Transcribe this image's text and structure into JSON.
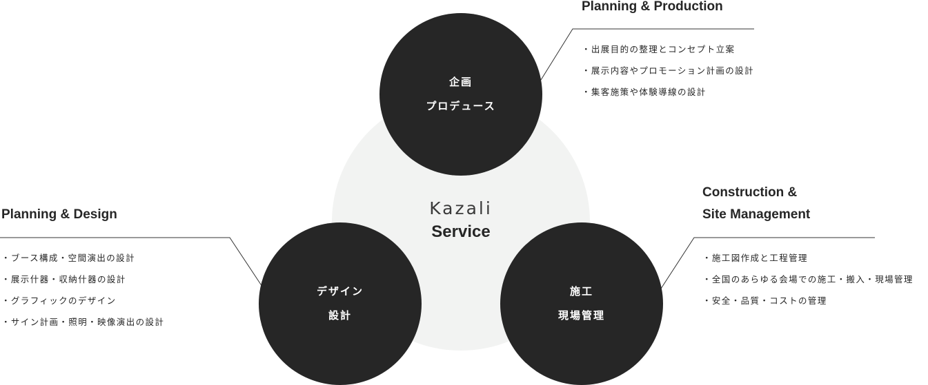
{
  "center": {
    "logo": "Kazali",
    "label": "Service"
  },
  "sections": {
    "planning": {
      "circle_line1": "企画",
      "circle_line2": "プロデュース",
      "heading": "Planning & Production",
      "items": [
        "・出展目的の整理とコンセプト立案",
        "・展示内容やプロモーション計画の設計",
        "・集客施策や体験導線の設計"
      ]
    },
    "design": {
      "circle_line1": "デザイン",
      "circle_line2": "設計",
      "heading": "Planning & Design",
      "items": [
        "・ブース構成・空間演出の設計",
        "・展示什器・収納什器の設計",
        "・グラフィックのデザイン",
        "・サイン計画・照明・映像演出の設計"
      ]
    },
    "construction": {
      "circle_line1": "施工",
      "circle_line2": "現場管理",
      "heading_line1": "Construction &",
      "heading_line2": "Site Management",
      "items": [
        "・施工図作成と工程管理",
        "・全国のあらゆる会場での施工・搬入・現場管理",
        "・安全・品質・コストの管理"
      ]
    }
  },
  "colors": {
    "dark": "#262626",
    "light_bg": "#f2f3f2",
    "line": "#333333"
  }
}
